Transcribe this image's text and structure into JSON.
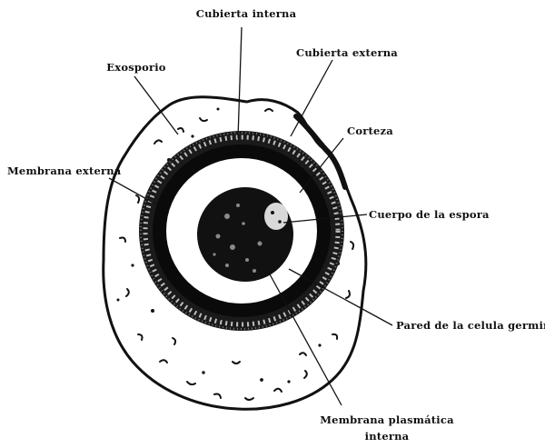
{
  "labels": {
    "cubierta_interna": "Cubierta interna",
    "exosporio": "Exosporio",
    "cubierta_externa": "Cubierta externa",
    "corteza": "Corteza",
    "membrana_externa": "Membrana externa",
    "cuerpo_espora": "Cuerpo de la espora",
    "pared_celula_germinal": "Pared de la celula germinal",
    "membrana_plasmatica_line1": "Membrana plasmática",
    "membrana_plasmatica_line2": "interna"
  }
}
